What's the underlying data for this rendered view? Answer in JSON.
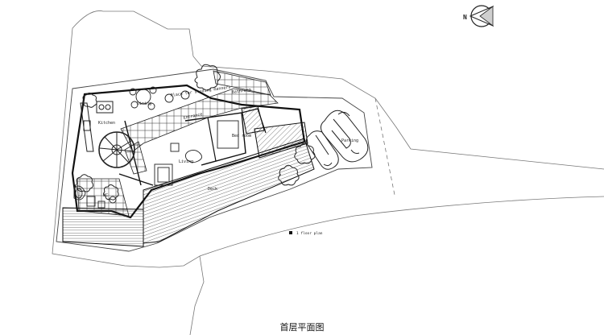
{
  "compass": {
    "letter": "N"
  },
  "rooms": {
    "kitchen": "Kitchen",
    "dining": "Dining",
    "place": "Place for studing manners",
    "bathroom": "Bathroom",
    "entrance": "Entrance",
    "bedroom": "Bed room",
    "living": "Living",
    "wc": "WC",
    "deck": "Deck",
    "parking": "Parking"
  },
  "legend": {
    "label": "1 floor plan"
  },
  "caption": "首层平面图"
}
